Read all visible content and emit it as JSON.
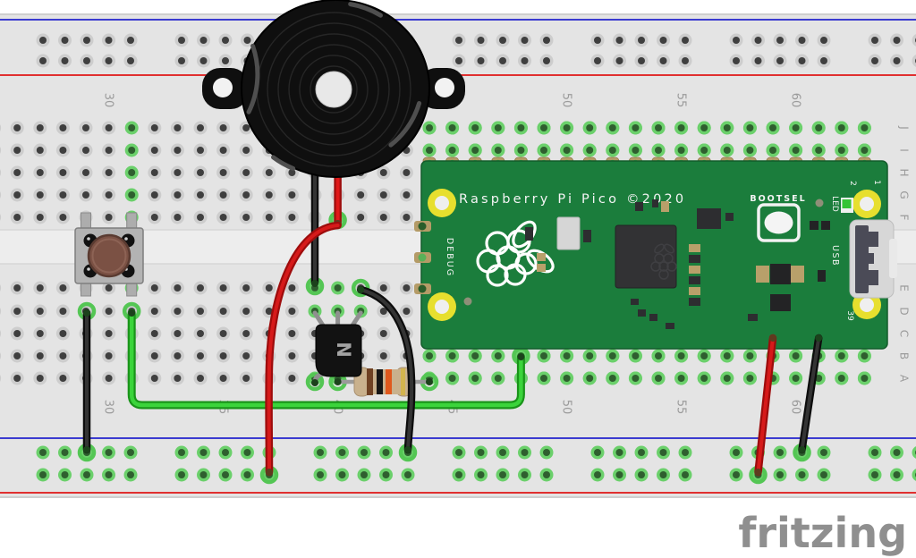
{
  "watermark": {
    "text": "fritzing",
    "color": "#8f8f8f"
  },
  "breadboard": {
    "column_labels": [
      "30",
      "35",
      "40",
      "45",
      "50",
      "55",
      "60"
    ],
    "row_labels": [
      "J",
      "I",
      "H",
      "G",
      "F",
      "E",
      "D",
      "C",
      "B",
      "A"
    ],
    "rail_blue": "#3b3bd0",
    "rail_red": "#e03030",
    "connected_hole_color": "#54c654"
  },
  "pico": {
    "title": "Raspberry Pi Pico ©2020",
    "bootsel_label": "BOOTSEL",
    "debug_label": "DEBUG",
    "led_label": "LED",
    "usb_label": "USB",
    "pin_label_2": "2",
    "pin_label_1": "1",
    "pin_label_39": "39",
    "pcb_color": "#1b7d3c"
  },
  "components": {
    "buzzer": {
      "name": "piezo-buzzer"
    },
    "pushbutton": {
      "name": "pushbutton"
    },
    "transistor": {
      "marking": "N"
    },
    "resistor": {
      "bands": [
        "brown",
        "black",
        "orange",
        "gold"
      ]
    }
  },
  "wires": [
    {
      "id": "buzzer-black",
      "color": "black",
      "from": "buzzer",
      "to": "row E col 43"
    },
    {
      "id": "buzzer-red",
      "color": "red",
      "from": "buzzer",
      "to": "row F col 44"
    },
    {
      "id": "red-left",
      "color": "red",
      "from": "row F col 44",
      "to": "bottom power rail"
    },
    {
      "id": "black-mid",
      "color": "black",
      "from": "row E col 45",
      "to": "bottom power rail"
    },
    {
      "id": "green-long",
      "color": "green",
      "from": "button row D",
      "to": "pico pin row B"
    },
    {
      "id": "black-button",
      "color": "black",
      "from": "button row D",
      "to": "bottom power rail"
    },
    {
      "id": "red-right",
      "color": "red",
      "from": "pico bottom pin",
      "to": "bottom power rail"
    },
    {
      "id": "black-right",
      "color": "black",
      "from": "pico bottom pin",
      "to": "bottom power rail"
    }
  ]
}
